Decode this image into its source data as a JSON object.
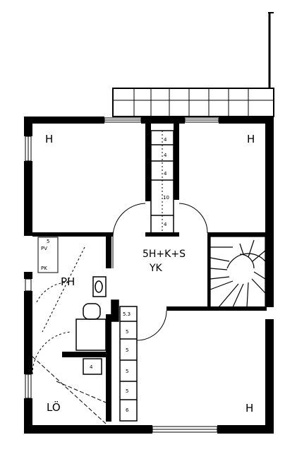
{
  "rooms": {
    "top_left": "H",
    "top_right": "H",
    "bottom_right": "H",
    "bathroom": "PH",
    "sauna": "LÖ",
    "hall_line1": "5H+K+S",
    "hall_line2": "YK"
  },
  "closets": {
    "upper": [
      "4",
      "4",
      "4",
      "10",
      "4"
    ],
    "lower": [
      "5.3",
      "5",
      "5",
      "5",
      "5",
      "6"
    ],
    "small": [
      "4"
    ],
    "bath_marks": [
      "5",
      "PV",
      "PK"
    ]
  },
  "colors": {
    "ink": "#000000",
    "paper": "#ffffff"
  }
}
